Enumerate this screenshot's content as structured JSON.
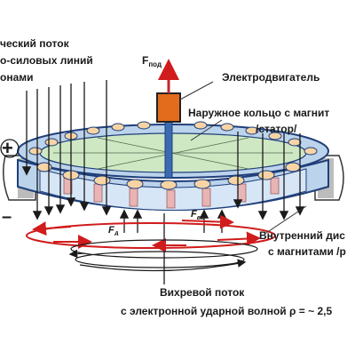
{
  "labels": {
    "flux_line1": "ческий поток",
    "flux_line2": "о-силовых линий",
    "flux_line3": "онами",
    "force_up_main": "F",
    "force_up_sub": "под",
    "motor": "Электродвигатель",
    "outer_ring_line1": "Наружное кольцо с  магнит",
    "outer_ring_line2": "/статор/",
    "plus_sign": "+",
    "minus_sign": "–",
    "force_ar_main": "F",
    "force_ar_sub": "А",
    "force_bg_main": "F",
    "force_bg_sub": "вг",
    "inner_disk_line1": "Внутренний дис",
    "inner_disk_line2": "с магнитами /р",
    "vortex_line1": "Вихревой поток",
    "vortex_line2": "с электронной ударной волной ρ = ~ 2,5"
  },
  "colors": {
    "outer_ring": "#bcd3ec",
    "outer_ring_stroke": "#1f3f7a",
    "magnet_disk": "#f7d4a4",
    "inner_disk_fill": "#cfe8c4",
    "motor": "#e36c1c",
    "force_arrow": "#c0282c",
    "field_arrow": "#1a1a1a",
    "vortex_red": "#d01c1c",
    "shaft": "#3a6ab0",
    "side_magnet": "#6a6a6a"
  }
}
